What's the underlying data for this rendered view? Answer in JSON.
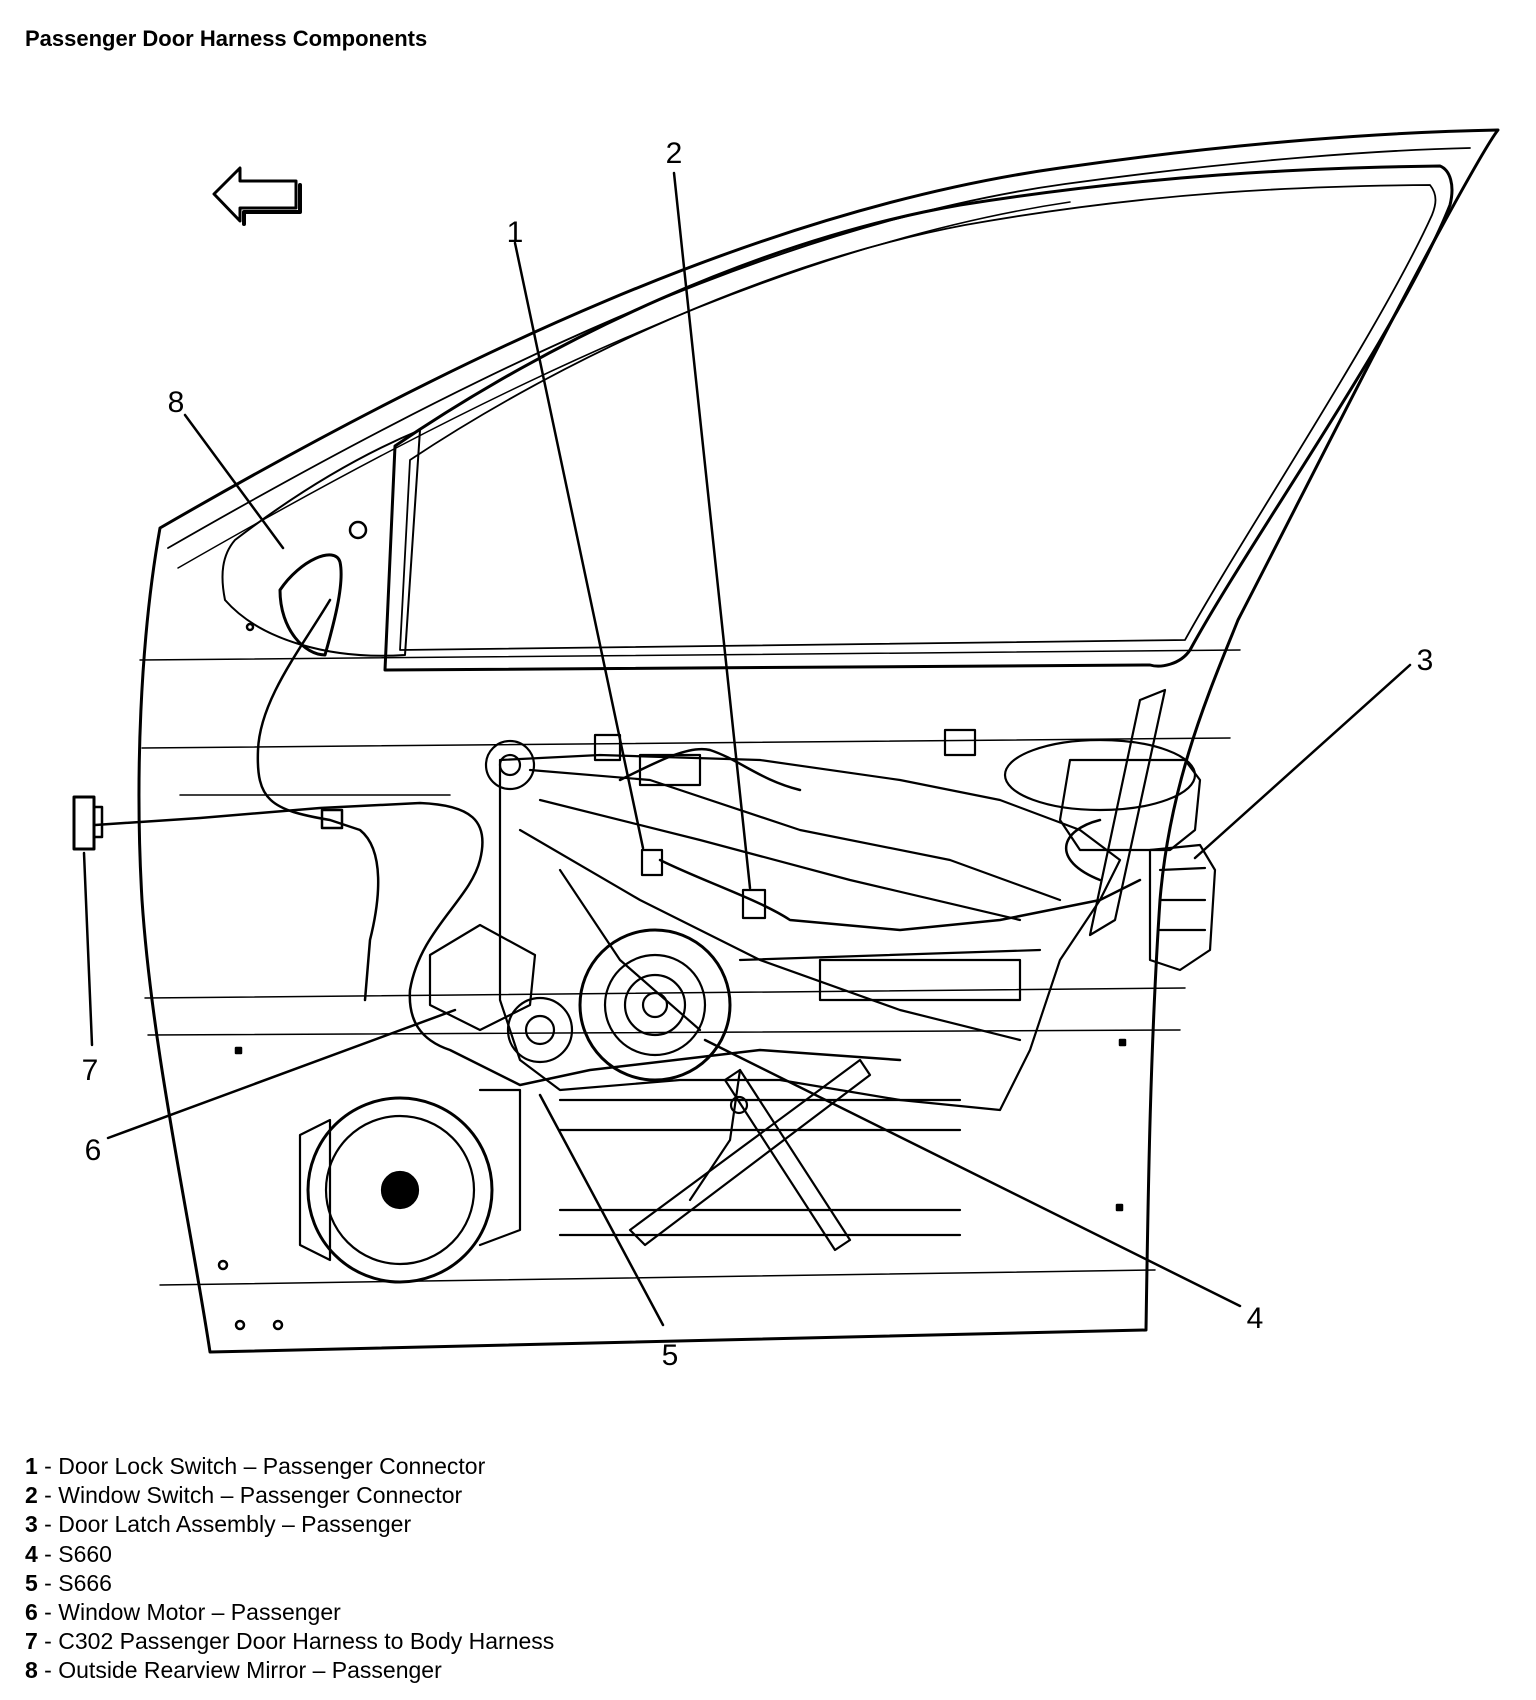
{
  "title": "Passenger Door Harness Components",
  "callouts": [
    "1",
    "2",
    "3",
    "4",
    "5",
    "6",
    "7",
    "8"
  ],
  "legend": [
    {
      "num": "1",
      "sep": " - ",
      "text": "Door Lock Switch – Passenger Connector"
    },
    {
      "num": "2",
      "sep": " - ",
      "text": "Window Switch – Passenger Connector"
    },
    {
      "num": "3",
      "sep": " - ",
      "text": "Door Latch Assembly – Passenger"
    },
    {
      "num": "4",
      "sep": " - ",
      "text": "S660"
    },
    {
      "num": "5",
      "sep": " - ",
      "text": "S666"
    },
    {
      "num": "6",
      "sep": " - ",
      "text": "Window Motor – Passenger"
    },
    {
      "num": "7",
      "sep": " - ",
      "text": "C302 Passenger Door Harness to Body Harness"
    },
    {
      "num": "8",
      "sep": " - ",
      "text": "Outside Rearview Mirror – Passenger"
    }
  ],
  "colors": {
    "line": "#000000",
    "background": "#ffffff"
  },
  "icons": [
    "direction-arrow-icon"
  ]
}
